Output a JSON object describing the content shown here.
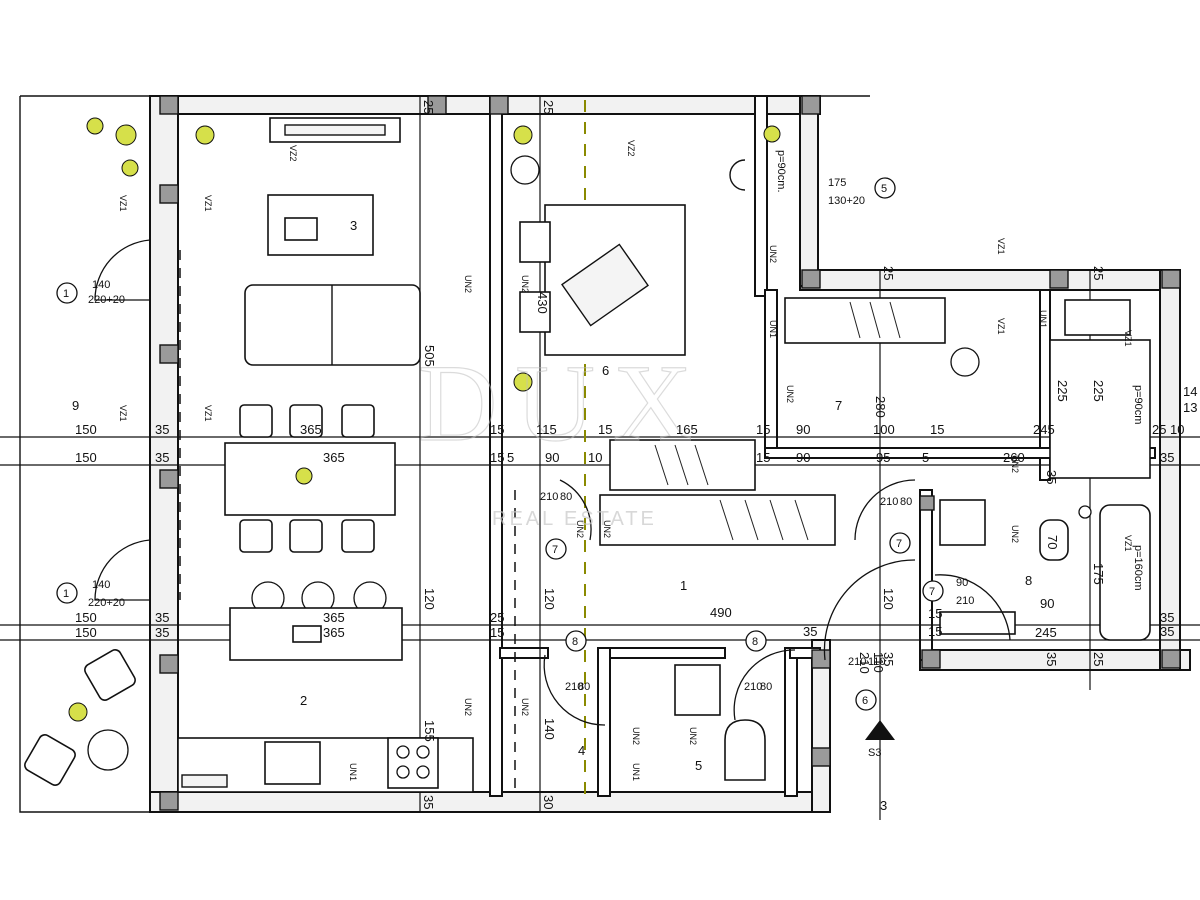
{
  "watermark": {
    "brand": "DUX",
    "sub": "REAL ESTATE"
  },
  "rooms": {
    "r1": "1",
    "r2": "2",
    "r3": "3",
    "r4": "4",
    "r5": "5",
    "r6": "6",
    "r7": "7",
    "r8": "8",
    "r9": "9"
  },
  "doors": {
    "d1a": "1",
    "d1a_w": "140",
    "d1a_h": "220+20",
    "d1b": "1",
    "d1b_w": "140",
    "d1b_h": "220+20",
    "d5": "5",
    "d5_w": "175",
    "d5_h": "130+20",
    "d6": "6",
    "d6_w": "110",
    "d6_h": "210",
    "d7a": "7",
    "d7a_w": "80",
    "d7a_h": "210",
    "d7b": "7",
    "d7b_w": "90",
    "d7b_h": "210",
    "d7c": "7",
    "d7c_w": "80",
    "d7c_h": "210",
    "d8a": "8",
    "d8a_w": "80",
    "d8a_h": "210",
    "d8b": "8",
    "d8b_w": "80",
    "d8b_h": "210",
    "entry_mark": "S3"
  },
  "dims": {
    "a150a": "150",
    "a35a": "35",
    "a365a": "365",
    "a15a": "15",
    "a115": "115",
    "a15b": "15",
    "a165": "165",
    "a15c": "15",
    "a90a": "90",
    "a100": "100",
    "a15d": "15",
    "a245a": "245",
    "a25a": "25",
    "a10a": "10",
    "b150": "150",
    "b35": "35",
    "b365": "365",
    "b15": "15",
    "b5": "5",
    "b90": "90",
    "b10": "10",
    "b15b": "15",
    "b90b": "90",
    "b95": "95",
    "b5b": "5",
    "b260": "260",
    "b35b": "35",
    "c150": "150",
    "c35": "35",
    "c365": "365",
    "c25": "25",
    "c35b": "35",
    "d150": "150",
    "d35": "35",
    "d365": "365",
    "d15": "15",
    "v505": "505",
    "v430": "430",
    "v280": "280",
    "v225a": "225",
    "v225b": "225",
    "v120a": "120",
    "v120b": "120",
    "v120c": "120",
    "v155": "155",
    "v140": "140",
    "v175": "175",
    "v490": "490",
    "v245": "245",
    "v90s": "90",
    "v15e": "15",
    "v15f": "15",
    "v35c": "35",
    "v35d": "35",
    "v25b": "25",
    "v25c": "25",
    "v25d": "25",
    "v25e": "25",
    "v25f": "25",
    "v30": "30",
    "v35e": "35",
    "v35f": "35",
    "v35g": "35",
    "v35h": "35",
    "v3": "3",
    "v14": "14",
    "v13": "13",
    "v70": "70",
    "p90a": "p=90cm.",
    "p90b": "p=90cm",
    "p160": "p=160cm",
    "v110": "110",
    "v210x": "210"
  },
  "tags": {
    "un1": "UN1",
    "un2": "UN2",
    "vz1": "VZ1",
    "vz2": "VZ2"
  }
}
